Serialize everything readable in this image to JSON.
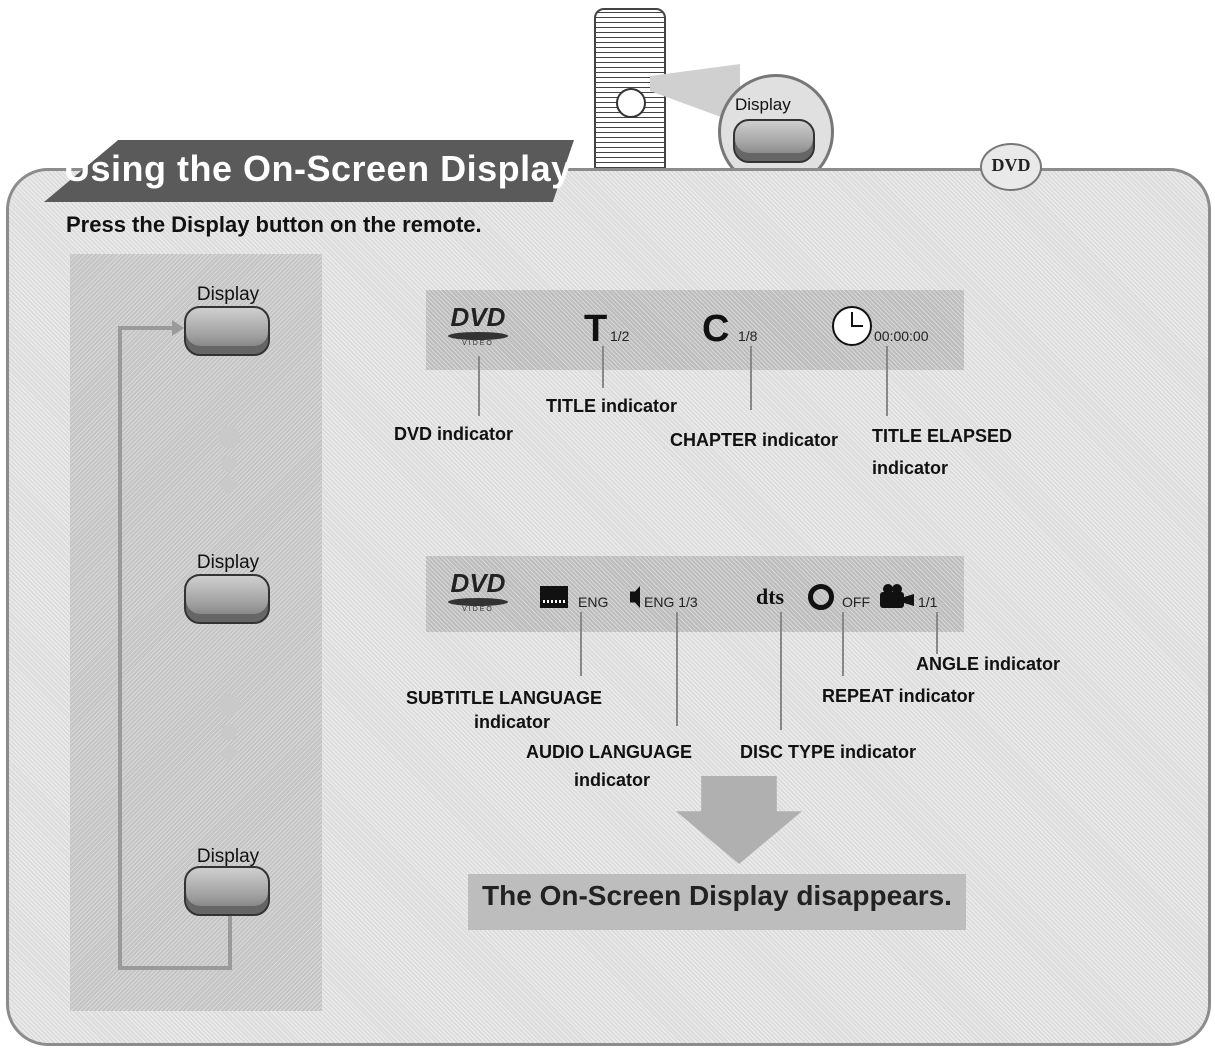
{
  "section_title": "Using the On-Screen Display",
  "dvd_badge": "DVD",
  "instruction": "Press the Display button on the remote.",
  "remote_zoom_label": "Display",
  "display_button_label": "Display",
  "osd1": {
    "dvd_logo": "DVD",
    "dvd_sub": "VIDEO",
    "title_letter": "T",
    "title_value": "1/2",
    "chapter_letter": "C",
    "chapter_value": "1/8",
    "time_value": "00:00:00"
  },
  "osd1_callouts": {
    "dvd": "DVD indicator",
    "title": "TITLE indicator",
    "chapter": "CHAPTER indicator",
    "elapsed_line1": "TITLE ELAPSED",
    "elapsed_line2": "indicator"
  },
  "osd2": {
    "dvd_logo": "DVD",
    "dvd_sub": "VIDEO",
    "subtitle_value": "ENG",
    "audio_value": "ENG 1/3",
    "disc_type": "dts",
    "repeat_value": "OFF",
    "angle_value": "1/1"
  },
  "osd2_callouts": {
    "subtitle_line1": "SUBTITLE LANGUAGE",
    "subtitle_line2": "indicator",
    "audio_line1": "AUDIO LANGUAGE",
    "audio_line2": "indicator",
    "disc_type": "DISC TYPE indicator",
    "repeat": "REPEAT indicator",
    "angle": "ANGLE indicator"
  },
  "final_message": "The On-Screen Display disappears.",
  "colors": {
    "frame_border": "#8c8c8c",
    "title_tab": "#5a5a5a",
    "osd_bar": "#bcbcbc"
  },
  "icons": [
    "remote-control-icon",
    "clock-icon",
    "subtitle-icon",
    "speaker-icon",
    "repeat-icon",
    "camera-icon",
    "down-arrow-icon"
  ]
}
